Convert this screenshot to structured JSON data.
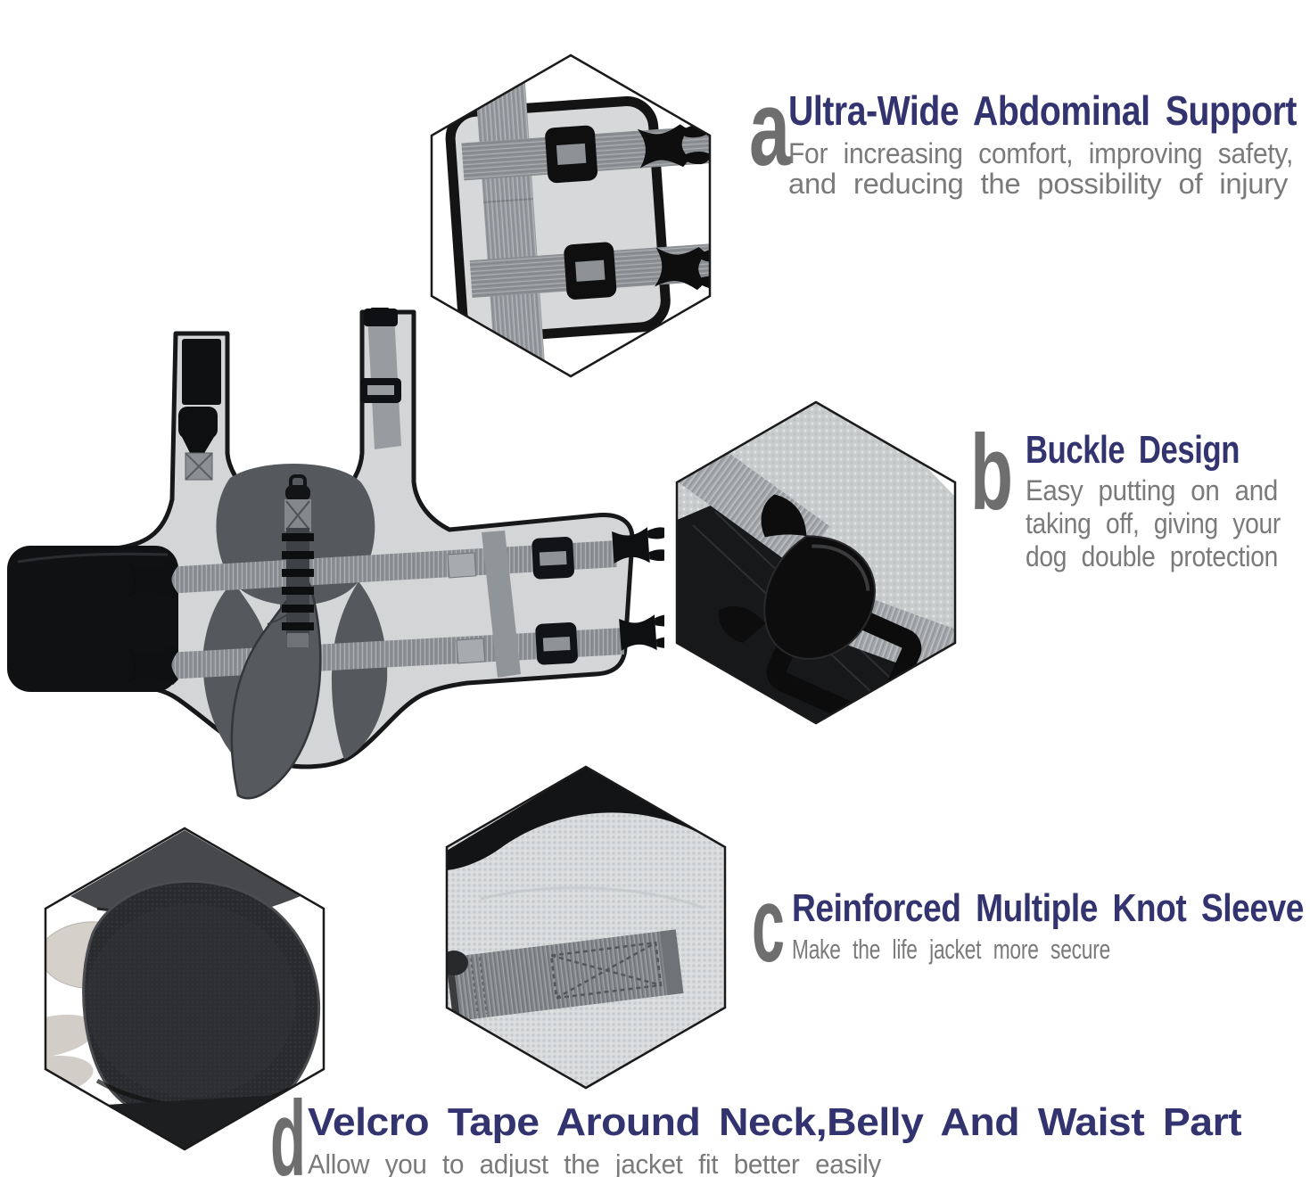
{
  "infographic": {
    "main_image": "shark-fin-dog-life-jacket-top-view",
    "colors": {
      "title_text": "#333370",
      "body_text": "#7a7a7a",
      "letter_text": "#6e6e6e",
      "hex_outline": "#1a1a1a",
      "jacket_light_gray": "#d4d5d7",
      "jacket_dark_panel": "#55595e",
      "strap_gray": "#8f9397",
      "trim_black": "#17181a"
    },
    "features": [
      {
        "letter": "a",
        "title": "Ultra-Wide Abdominal Support",
        "lines": [
          "For increasing comfort, improving safety,",
          "and reducing the possibility of injury"
        ],
        "image": "abdominal-pad-straps-closeup"
      },
      {
        "letter": "b",
        "title": "Buckle Design",
        "lines": [
          "Easy putting on and",
          "taking off, giving your",
          "dog double protection"
        ],
        "image": "side-release-buckle-closeup"
      },
      {
        "letter": "c",
        "title": "Reinforced Multiple Knot Sleeve",
        "lines": [
          "Make the life jacket more secure"
        ],
        "image": "stitched-knot-sleeve-closeup"
      },
      {
        "letter": "d",
        "title": "Velcro Tape Around Neck,Belly And Waist Part",
        "lines": [
          "Allow you to adjust the jacket fit better easily"
        ],
        "image": "velcro-tape-closeup"
      }
    ]
  }
}
